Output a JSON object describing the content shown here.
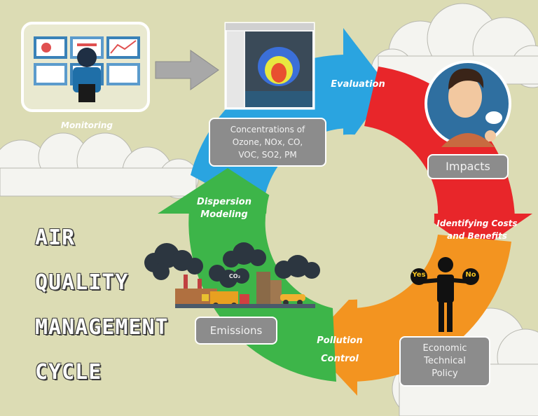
{
  "labels": {
    "monitoring": "Monitoring",
    "evaluation": "Evaluation",
    "identifying_line1": "Identifying Costs",
    "identifying_line2": "and Benefits",
    "pollution_line1": "Pollution",
    "pollution_line2": "Control",
    "dispersion_line1": "Dispersion",
    "dispersion_line2": "Modeling"
  },
  "boxes": {
    "concentrations_line1": "Concentrations of",
    "concentrations_line2": "Ozone, NOx, CO,",
    "concentrations_line3": "VOC, SO2, PM",
    "impacts": "Impacts",
    "emissions": "Emissions",
    "economic_line1": "Economic",
    "economic_line2": "Technical",
    "economic_line3": "Policy"
  },
  "title": {
    "word1": "AIR",
    "word2": "QUALITY",
    "word3": "MANAGEMENT",
    "word4": "CYCLE"
  },
  "icons": {
    "yes": "Yes",
    "no": "No",
    "co2": "CO₂"
  },
  "colors": {
    "background": "#dcdcb4",
    "blue": "#2aa4e0",
    "red": "#e8262a",
    "orange": "#f39420",
    "green": "#3db549",
    "box_gray": "#8c8c8c"
  }
}
